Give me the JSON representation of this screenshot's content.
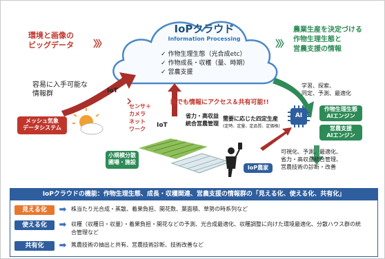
{
  "left_header": {
    "line1": "環境と画像の",
    "line2": "ビッグデータ"
  },
  "right_header": {
    "line1": "農業生産を決定づける",
    "line2": "作物生理生態と",
    "line3": "営農支援の情報"
  },
  "cloud": {
    "title": "IoPクラウド",
    "subtitle": "Information Processing",
    "items": [
      "作物生理生態（光合成etc）",
      "作物成長・収穫（量、時期）",
      "営農支援"
    ]
  },
  "easy_info": {
    "line1": "容易に入手可能な",
    "line2": "情報群"
  },
  "weather_box": {
    "line1": "メッシュ気象",
    "line2": "データシステム"
  },
  "iot_label_1": "IoT",
  "iot_label_2": "IoT",
  "sensor_labels": [
    "センサ＋",
    "カメラ",
    "ネット",
    "ワーク"
  ],
  "access_text": "誰でも情報にアクセス＆共有可能!!",
  "right_flow": [
    "学習、探索、",
    "同定、予測、最適化"
  ],
  "saving_mgmt": [
    "省力・高収益",
    "統合営農管理"
  ],
  "four_gen": {
    "line1": "需要に応じた四定生産",
    "line2": "(定時、定量、定品質、定価格)"
  },
  "ai_boxes": [
    {
      "line1": "作物生理生態",
      "line2": "AIエンジン"
    },
    {
      "line1": "営農支援",
      "line2": "AIエンジン"
    }
  ],
  "ai_badge": "AI",
  "small_farm": {
    "line1": "小規模分散",
    "line2": "圃場・施設"
  },
  "right_bottom": [
    "可視化、予測、最適化、",
    "省力・高収益統合管理、",
    "営農技術の診断・改善"
  ],
  "iop_farmer": "IoP農家",
  "panel": {
    "header": "IoPクラウドの機能：作物生理生態、成長・収穫関連、営農支援の情報群の「見える化、使える化、共有化」",
    "rows": [
      {
        "label": "見える化",
        "color": "#e8772e",
        "text": "株当たり光合成・蒸散、着果負担、開花数、葉面積、草勢の時系列など"
      },
      {
        "label": "使える化",
        "color": "#2e5e9e",
        "text": "収穫（収穫日・収量）・着果負担・開花などの予測、光合成最適化、収穫調整に向けた環境最適化、分散ハウス群の統合管理など"
      },
      {
        "label": "共有化",
        "color": "#2e5e9e",
        "text": "篤農技術の抽出と共有、営農技術診断、技術改善など"
      }
    ]
  },
  "colors": {
    "red": "#c0362c",
    "green": "#2e8b57",
    "blue": "#2e5e9e",
    "orange": "#e8772e"
  }
}
